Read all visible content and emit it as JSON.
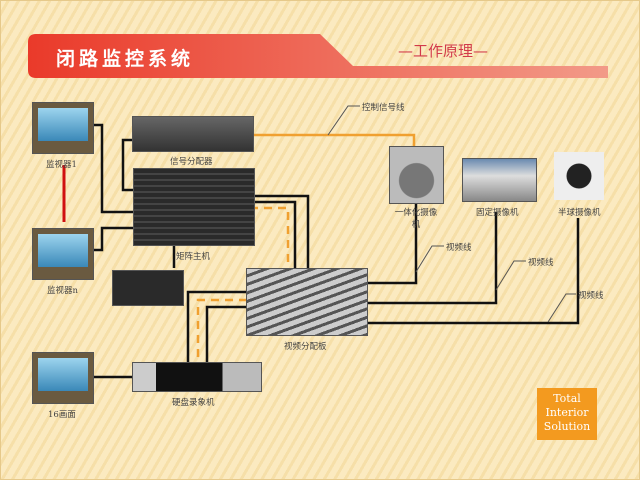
{
  "header": {
    "title": "闭路监控系统",
    "subtitle": "—工作原理—"
  },
  "devices": {
    "monitor1": "监视器1",
    "monitorn": "监视器n",
    "monitor16": "16画面",
    "splitter": "信号分配器",
    "matrix": "矩阵主机",
    "video_board": "视频分配板",
    "dvr": "硬盘录象机",
    "cam_integrated": "一体化摄像机",
    "cam_fixed": "固定摄像机",
    "cam_dome": "半球摄像机"
  },
  "lines": {
    "control": "控制信号线",
    "video1": "视频线",
    "video2": "视频线",
    "video3": "视频线"
  },
  "badge": {
    "line1": "Total",
    "line2": "Interior",
    "line3": "Solution"
  },
  "colors": {
    "banner": "#ee4a36",
    "control_line": "#f0a030",
    "badge": "#f39a1f"
  }
}
